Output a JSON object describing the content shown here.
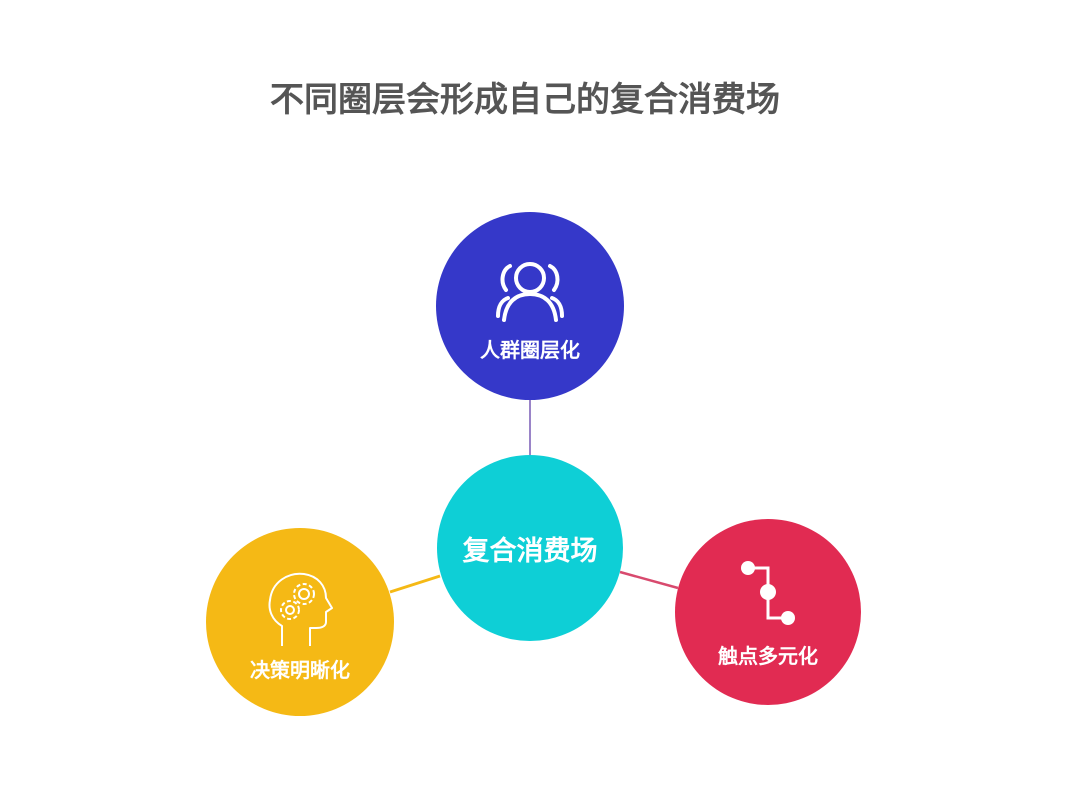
{
  "title": "不同圈层会形成自己的复合消费场",
  "colors": {
    "title": "#555555",
    "center": "#0ECFD6",
    "top": "#3538C9",
    "left": "#F5B915",
    "right": "#E12B52",
    "link_top": "#9A84C8",
    "link_left": "#F5B915",
    "link_right": "#D84A6E"
  },
  "diagram": {
    "center": {
      "label": "复合消费场"
    },
    "nodes": [
      {
        "id": "top",
        "label": "人群圈层化",
        "icon": "people-group-icon"
      },
      {
        "id": "left",
        "label": "决策明晰化",
        "icon": "head-gears-icon"
      },
      {
        "id": "right",
        "label": "触点多元化",
        "icon": "touchpoint-path-icon"
      }
    ]
  }
}
